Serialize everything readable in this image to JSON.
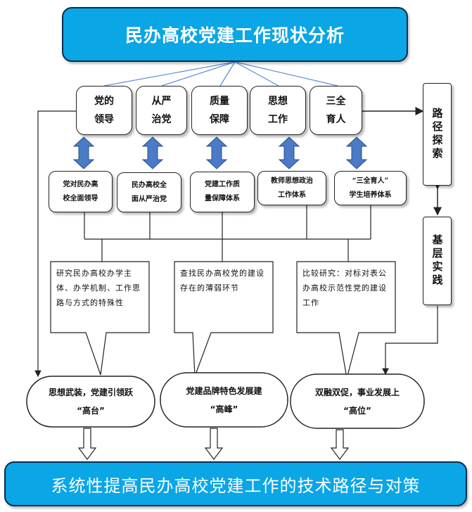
{
  "title": "民办高校党建工作现状分析",
  "pillars": [
    {
      "label": "党的\n领导"
    },
    {
      "label": "从严\n治党"
    },
    {
      "label": "质量\n保障"
    },
    {
      "label": "思想\n工作"
    },
    {
      "label": "三全\n育人"
    }
  ],
  "systems": [
    {
      "label": "党对民办高\n校全面领导"
    },
    {
      "label": "民办高校全\n面从严治党"
    },
    {
      "label": "党建工作质\n量保障体系"
    },
    {
      "label": "教师思想政治\n工作体系"
    },
    {
      "label": "“三全育人”\n学生培养体系"
    }
  ],
  "side": {
    "path": "路径探索",
    "base": "基层实践"
  },
  "callouts": [
    {
      "text": "研究民办高校办学主体、办学机制、工作思路与方式的特殊性"
    },
    {
      "text": "查找民办高校党的建设存在的薄弱环节"
    },
    {
      "text": "比较研究：对标对表公办高校示范性党的建设工作"
    }
  ],
  "goals": [
    {
      "label": "思想武装，党建引领跃\n“高台”"
    },
    {
      "label": "党建品牌特色发展建\n“高峰”"
    },
    {
      "label": "双融双促，事业发展上\n“高位”"
    }
  ],
  "bottom": "系统性提高民办高校党建工作的技术路径与对策",
  "colors": {
    "title_fill": "#0aa6e6",
    "border": "#0b2c4d",
    "double_arrow": "#4a7bc4",
    "connector": "#5b8dd6"
  }
}
